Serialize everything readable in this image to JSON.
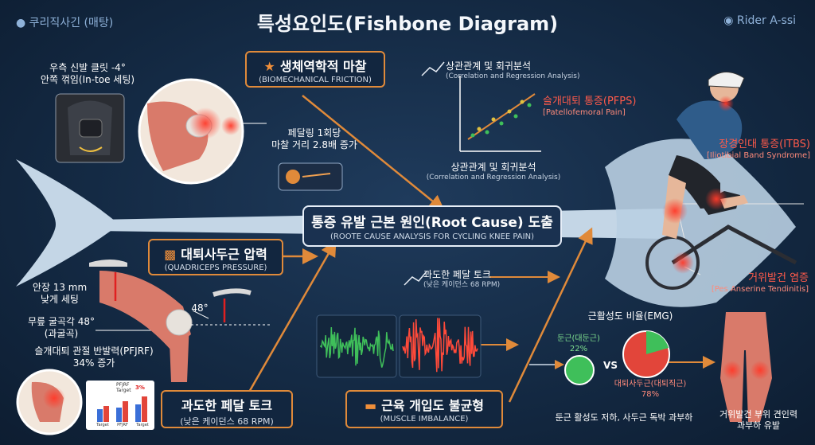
{
  "header": {
    "left_label": "쿠리직사긴 (매탕)",
    "title": "특성요인도(Fishbone Diagram)",
    "right_label": "Rider A-ssi"
  },
  "colors": {
    "accent": "#e08a3a",
    "red": "#ff4a3a",
    "green": "#3fbf5a",
    "fish": "#c4d6e6"
  },
  "root_cause": {
    "title": "통증 유발 근본 원인(Root Cause) 도출",
    "subtitle": "(ROOTE CAUSE ANALYSIS FOR CYCLING KNEE PAIN)"
  },
  "categories": {
    "biomechanical": {
      "title": "생체역학적 마찰",
      "subtitle": "(BIOMECHANICAL FRICTION)"
    },
    "quadriceps": {
      "title": "대퇴사두근 압력",
      "subtitle": "(QUADRICEPS PRESSURE)"
    },
    "torque": {
      "title": "과도한 페달 토크",
      "subtitle": "(낮은 케이던스 68 RPM)"
    },
    "muscle": {
      "title": "근육 개입도 불균형",
      "subtitle": "(MUSCLE IMBALANCE)"
    }
  },
  "annotations": {
    "cleat_line1": "우측 신발 클릿 -4°",
    "cleat_line2": "안쪽 꺾임(In-toe 세팅)",
    "friction_line1": "페달링 1회당",
    "friction_line2": "마찰 거리 2.8배 증가",
    "corr_title": "상관관계 및 회귀분석",
    "corr_sub": "(Correlation and Regression Analysis)",
    "corr_title2": "상관관계 및 회귀분석",
    "corr_sub2": "(Correlation and Regression Analysis)",
    "saddle_line1": "안장 13 mm",
    "saddle_line2": "낮게 세팅",
    "knee_line1": "무릎 굴곡각 48°",
    "knee_line2": "(과굴곡)",
    "angle_label": "48°",
    "pfjrf_line1": "슬개대퇴 관절 반발력(PFJRF)",
    "pfjrf_line2": "34% 증가",
    "torque_small_title": "과도한 페달 토크",
    "torque_small_sub": "(낮은 케이던스 68 RPM)",
    "emg_title": "근활성도 비율(EMG)",
    "glute_label": "둔근(대둔근)",
    "glute_pct": "22%",
    "vs": "VS",
    "quad_label": "대퇴사두근(대퇴직근)",
    "quad_pct": "78%",
    "emg_caption": "둔근 활성도 저하, 사두근 독박 과부하",
    "tendon_line1": "거위발건 부위 견인력",
    "tendon_line2": "과부하 유발"
  },
  "pain": {
    "pfps_title": "슬개대퇴 통증(PFPS)",
    "pfps_sub": "[Patellofemoral Pain]",
    "itbs_title": "장경인대 통증(ITBS)",
    "itbs_sub": "[Iliotibial Band Syndrome]",
    "pes_title": "거위발건 염증",
    "pes_sub": "[Pes Anserine Tendinitis]"
  },
  "pfjrf_chart": {
    "legend": [
      "PFJRF",
      "Target"
    ],
    "categories": [
      "Target",
      "PFJRF",
      "Target"
    ],
    "highlight_label": "3%"
  }
}
